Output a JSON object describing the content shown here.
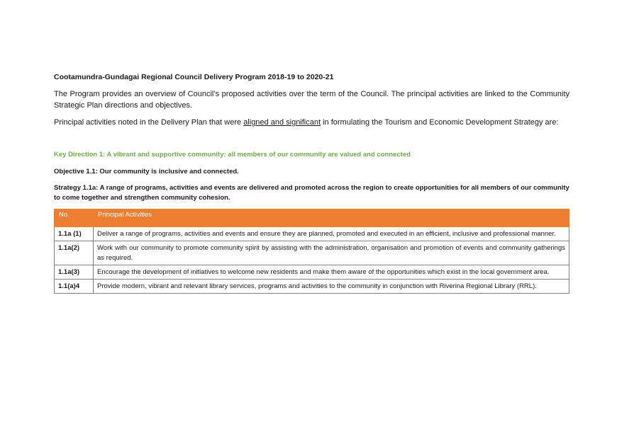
{
  "document": {
    "title": "Cootamundra-Gundagai Regional Council Delivery Program 2018-19 to 2020-21",
    "intro": "The Program provides an overview of Council’s proposed activities over the term of the Council. The principal activities are linked to the Community Strategic Plan directions and objectives.",
    "principal_before": "Principal activities noted in the Delivery Plan that were ",
    "principal_underlined": "aligned and significant",
    "principal_after": " in formulating the Tourism and Economic Development Strategy are:",
    "key_direction": "Key Direction 1:  A vibrant and supportive community:  all members of our community are valued and connected",
    "objective": "Objective 1.1: Our community is inclusive and connected.",
    "strategy": "Strategy 1.1a:  A range of programs, activities and events are delivered and promoted across the region to create opportunities for all members of our community to come together and strengthen community cohesion."
  },
  "table": {
    "headers": [
      "No.",
      "Principal Activities"
    ],
    "rows": [
      {
        "no": "1.1a (1)",
        "activity": "Deliver a range of programs, activities and events and ensure they are planned, promoted and executed in an efficient, inclusive and professional manner."
      },
      {
        "no": "1.1a(2)",
        "activity": "Work with our community to promote community spirit by assisting with the administration, organisation and promotion of events and community gatherings as required."
      },
      {
        "no": "1.1a(3)",
        "activity": "Encourage the development of initiatives to welcome new residents and make them aware of the opportunities which exist in the local government area."
      },
      {
        "no": "1.1(a)4",
        "activity": "Provide modern, vibrant and relevant library services, programs and activities to the community in conjunction with Riverina Regional Library (RRL)."
      }
    ]
  },
  "colors": {
    "header_bg": "#ed7d31",
    "key_direction": "#70ad47"
  }
}
